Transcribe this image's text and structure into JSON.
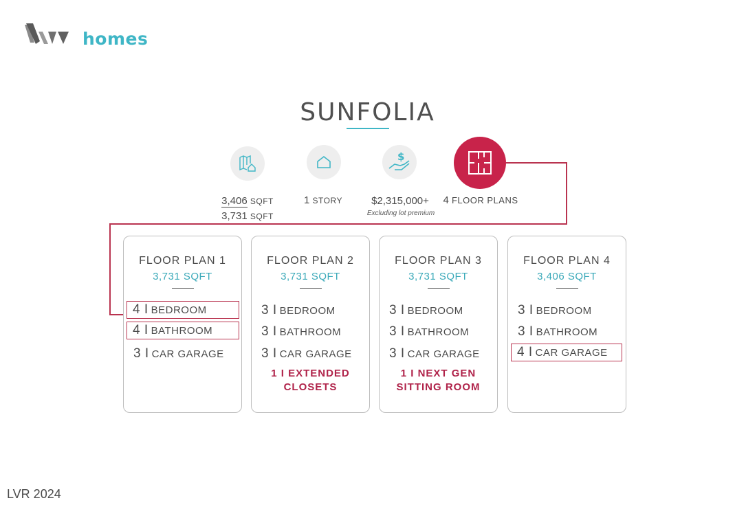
{
  "logo": {
    "mark": "LIVV",
    "text": "homes",
    "accent": "#3fb6c6"
  },
  "title": "SUNFOLIA",
  "icons": [
    {
      "name": "floorplan-map-icon"
    },
    {
      "name": "house-icon"
    },
    {
      "name": "money-hand-icon"
    },
    {
      "name": "floor-plans-icon"
    }
  ],
  "stats": {
    "sqft_line1_num": "3,406",
    "sqft_line1_unit": "SQFT",
    "sqft_line2_num": "3,731",
    "sqft_line2_unit": "SQFT",
    "story_num": "1",
    "story_label": "STORY",
    "price": "$2,315,000+",
    "price_note": "Excluding lot premium",
    "plans_num": "4",
    "plans_label": "FLOOR PLANS"
  },
  "plans": [
    {
      "title": "FLOOR PLAN 1",
      "sqft": "3,731 SQFT",
      "specs": [
        {
          "num": "4 I",
          "label": "BEDROOM"
        },
        {
          "num": "4 I",
          "label": "BATHROOM"
        },
        {
          "num": "3 I",
          "label": "CAR GARAGE"
        }
      ]
    },
    {
      "title": "FLOOR PLAN 2",
      "sqft": "3,731 SQFT",
      "specs": [
        {
          "num": "3 I",
          "label": "BEDROOM"
        },
        {
          "num": "3 I",
          "label": "BATHROOM"
        },
        {
          "num": "3 I",
          "label": "CAR GARAGE"
        }
      ],
      "extra_line1": "1 I EXTENDED",
      "extra_line2": "CLOSETS"
    },
    {
      "title": "FLOOR PLAN 3",
      "sqft": "3,731 SQFT",
      "specs": [
        {
          "num": "3 I",
          "label": "BEDROOM"
        },
        {
          "num": "3 I",
          "label": "BATHROOM"
        },
        {
          "num": "3 I",
          "label": "CAR GARAGE"
        }
      ],
      "extra_line1": "1 I NEXT GEN",
      "extra_line2": "SITTING ROOM"
    },
    {
      "title": "FLOOR PLAN 4",
      "sqft": "3,406 SQFT",
      "specs": [
        {
          "num": "3 I",
          "label": "BEDROOM"
        },
        {
          "num": "3 I",
          "label": "BATHROOM"
        },
        {
          "num": "4 I",
          "label": "CAR GARAGE"
        }
      ]
    }
  ],
  "colors": {
    "accent_teal": "#3fb6c6",
    "highlight_red": "#c8234a",
    "text": "#4a4a4a"
  },
  "footer": "LVR 2024"
}
